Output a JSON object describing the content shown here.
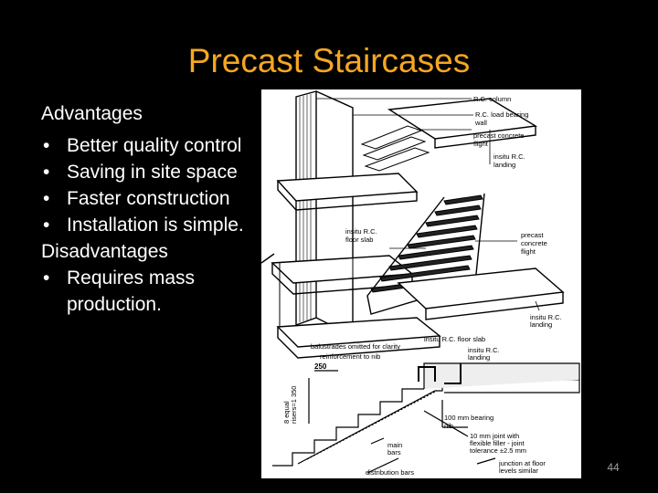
{
  "slide": {
    "title": "Precast Staircases",
    "advantages_heading": "Advantages",
    "advantages": [
      "Better quality control",
      "Saving in site space",
      "Faster construction",
      "Installation is simple."
    ],
    "disadvantages_heading": "Disadvantages",
    "disadvantages": [
      "Requires mass production."
    ],
    "page_number": "44"
  },
  "figure": {
    "labels": {
      "rc_column": "R.C. column",
      "rc_load_bearing_wall_1": "R.C. load bearing",
      "rc_load_bearing_wall_2": "wall",
      "precast_flight_top_1": "precast concrete",
      "precast_flight_top_2": "flight",
      "insitu_landing_top_1": "insitu R.C.",
      "insitu_landing_top_2": "landing",
      "insitu_floor_slab_1": "insitu R.C.",
      "insitu_floor_slab_2": "floor slab",
      "precast_flight_mid_1": "precast",
      "precast_flight_mid_2": "concrete",
      "precast_flight_mid_3": "flight",
      "insitu_landing_mid_1": "insitu R.C.",
      "insitu_landing_mid_2": "landing",
      "rc_floor_slab": "insitu R.C. floor slab",
      "balustrades": "balustrades omitted for clarity",
      "reinforcement": "reinforcement to nib",
      "insitu_landing_bot_1": "insitu R.C.",
      "insitu_landing_bot_2": "landing",
      "dim_250": "250",
      "risers_1": "8 equal",
      "risers_2": "risers=1 350",
      "bearing_nib_1": "100 mm bearing",
      "bearing_nib_2": "nib",
      "joint_1": "10 mm joint with",
      "joint_2": "flexible filler - joint",
      "joint_3": "tolerance ±2.5 mm",
      "main_bars_1": "main",
      "main_bars_2": "bars",
      "distribution_bars": "distribution bars",
      "junction_1": "junction at floor",
      "junction_2": "levels similar"
    }
  }
}
